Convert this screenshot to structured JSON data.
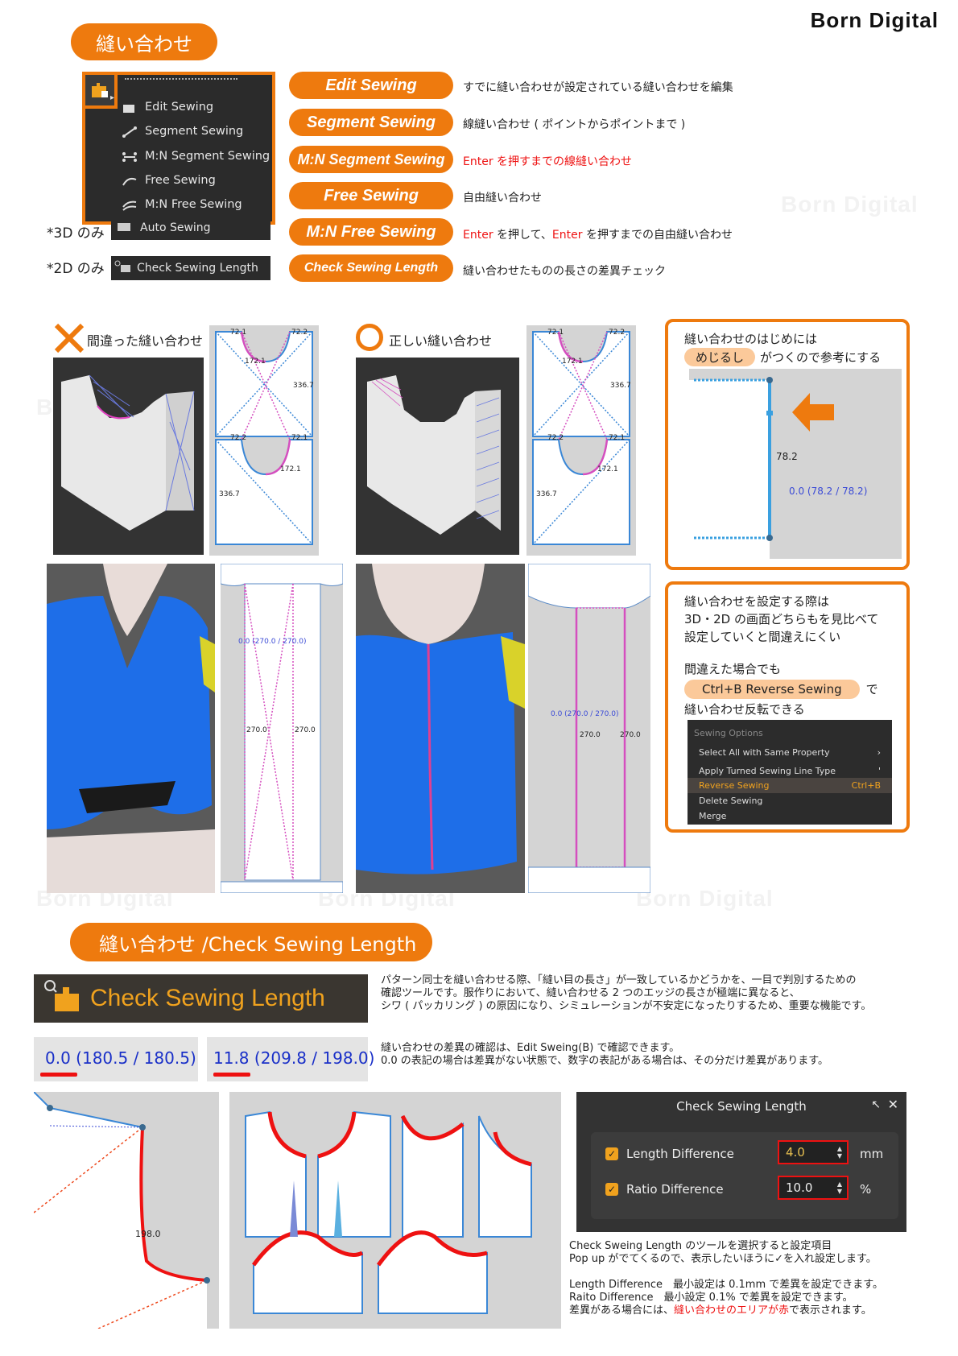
{
  "brand": "Born Digital",
  "section1": {
    "title": "縫い合わせ"
  },
  "menu": {
    "items": [
      "Edit Sewing",
      "Segment Sewing",
      "M:N Segment Sewing",
      "Free Sewing",
      "M:N Free Sewing"
    ],
    "auto": {
      "prefix": "*3D のみ",
      "label": "Auto Sewing"
    },
    "check": {
      "prefix": "*2D のみ",
      "label": "Check Sewing Length"
    }
  },
  "buttons": [
    {
      "label": "Edit Sewing",
      "desc": "すでに縫い合わせが設定されている縫い合わせを編集"
    },
    {
      "label": "Segment Sewing",
      "desc": "線縫い合わせ ( ポイントからポイントまで )"
    },
    {
      "label": "M:N Segment Sewing",
      "desc": "Enter を押すまでの線縫い合わせ"
    },
    {
      "label": "Free Sewing",
      "desc": "自由縫い合わせ"
    },
    {
      "label": "M:N Free Sewing",
      "desc_a": "Enter",
      "desc_b": " を押して、",
      "desc_c": "Enter",
      "desc_d": " を押すまでの自由縫い合わせ"
    },
    {
      "label": "Check Sewing Length",
      "desc": "縫い合わせたものの長さの差異チェック"
    }
  ],
  "wrong": {
    "label": "間違った縫い合わせ",
    "top_left": "72.1",
    "top_right": "72.2",
    "curve": "172.1",
    "side": "336.7",
    "bot_left": "72.2",
    "bot_right": "72.1",
    "bot_curve": "172.1",
    "bot_side": "336.7"
  },
  "right": {
    "label": "正しい縫い合わせ",
    "top_left": "72.1",
    "top_right": "72.2",
    "curve": "172.1",
    "side": "336.7",
    "bot_left": "72.2",
    "bot_right": "72.1",
    "bot_curve": "172.1",
    "bot_side": "336.7"
  },
  "notch": {
    "line1": "縫い合わせのはじめには",
    "tag": "めじるし",
    "line2": "がつくので参考にする",
    "len": "78.2",
    "diff": "0.0 (78.2 / 78.2)"
  },
  "compare": {
    "line1": "縫い合わせを設定する際は",
    "line2": "3D・2D の画面どちらもを見比べて",
    "line3": "設定していくと間違えにくい",
    "line4": "間違えた場合でも",
    "tag": "Ctrl+B Reverse Sewing",
    "tail": "で",
    "line5": "縫い合わせ反転できる"
  },
  "sewing_options": {
    "header": "Sewing Options",
    "items": [
      {
        "label": "Select All with Same Property",
        "key": "›"
      },
      {
        "label": "Apply Turned Sewing Line Type",
        "key": "'"
      },
      {
        "label": "Reverse Sewing",
        "key": "Ctrl+B"
      },
      {
        "label": "Delete Sewing",
        "key": ""
      },
      {
        "label": "Merge",
        "key": ""
      }
    ]
  },
  "shots2d": {
    "wrong_diff": "0.0 (270.0 / 270.0)",
    "wrong_a": "270.0",
    "wrong_b": "270.0",
    "right_diff": "0.0 (270.0 / 270.0)",
    "right_a": "270.0",
    "right_b": "270.0"
  },
  "section2": {
    "title": "縫い合わせ /Check Sewing Length"
  },
  "check_banner": "Check Sewing Length",
  "check_desc": [
    "パターン同士を縫い合わせる際、「縫い目の長さ」が一致しているかどうかを、一目で判別するための",
    "確認ツールです。服作りにおいて、縫い合わせる 2 つのエッジの長さが極端に異なると、",
    "シワ ( パッカリング ) の原因になり、シミュレーションが不安定になったりするため、重要な機能です。"
  ],
  "diff_examples": [
    {
      "main": "0.0",
      "rest": " (180.5 / 180.5)"
    },
    {
      "main": "11.8",
      "rest": " (209.8 / 198.0)"
    }
  ],
  "diff_desc": [
    "縫い合わせの差異の確認は、Edit Sweing(B) で確認できます。",
    "0.0 の表記の場合は差異がない状態で、数字の表記がある場合は、その分だけ差異があります。"
  ],
  "curve_label": "198.0",
  "dialog": {
    "title": "Check Sewing Length",
    "rows": [
      {
        "label": "Length Difference",
        "value": "4.0",
        "unit": "mm"
      },
      {
        "label": "Ratio Difference",
        "value": "10.0",
        "unit": "%"
      }
    ]
  },
  "dialog_desc": [
    "Check Sweing Length のツールを選択すると設定項目",
    "Pop up がでてくるので、表示したいほうに✓を入れ設定します。",
    "",
    "Length Difference　最小設定は 0.1mm で差異を設定できます。",
    "Raito Difference　最小設定 0.1% で差異を設定できます。"
  ],
  "dialog_last": {
    "a": "差異がある場合には、",
    "b": "縫い合わせのエリアが赤",
    "c": "で表示されます。"
  },
  "colors": {
    "accent": "#ee7a0e",
    "red": "#e11111",
    "blue": "#3a87d6",
    "pink": "#d54fbf"
  }
}
